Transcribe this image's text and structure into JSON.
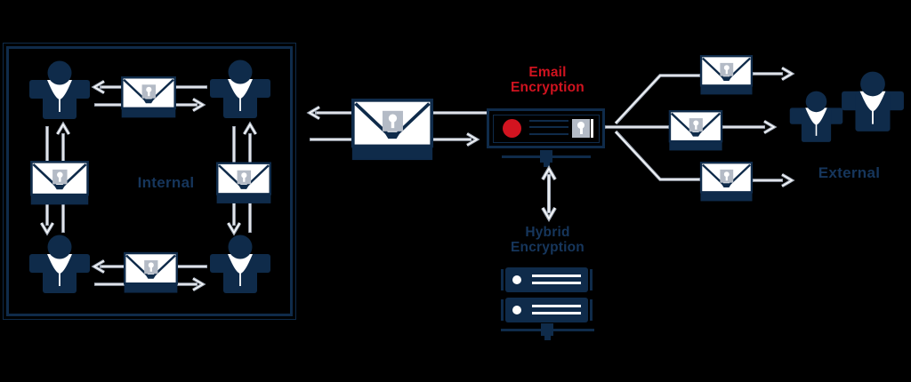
{
  "colors": {
    "background": "#000000",
    "navy": "#0f2b4a",
    "navy_text": "#16365c",
    "red": "#d0131f",
    "arrow_gray": "#aab3c0",
    "lock_gray": "#b4bbc6",
    "white": "#ffffff"
  },
  "diagram": {
    "internal_zone": {
      "label": "Internal",
      "user_count": 4,
      "encrypted_email_count": 4
    },
    "gateway": {
      "label_line1": "Email",
      "label_line2": "Encryption"
    },
    "hybrid_server": {
      "label_line1": "Hybrid",
      "label_line2": "Encryption"
    },
    "external_zone": {
      "label": "External",
      "user_count": 2,
      "encrypted_email_count": 3
    }
  }
}
